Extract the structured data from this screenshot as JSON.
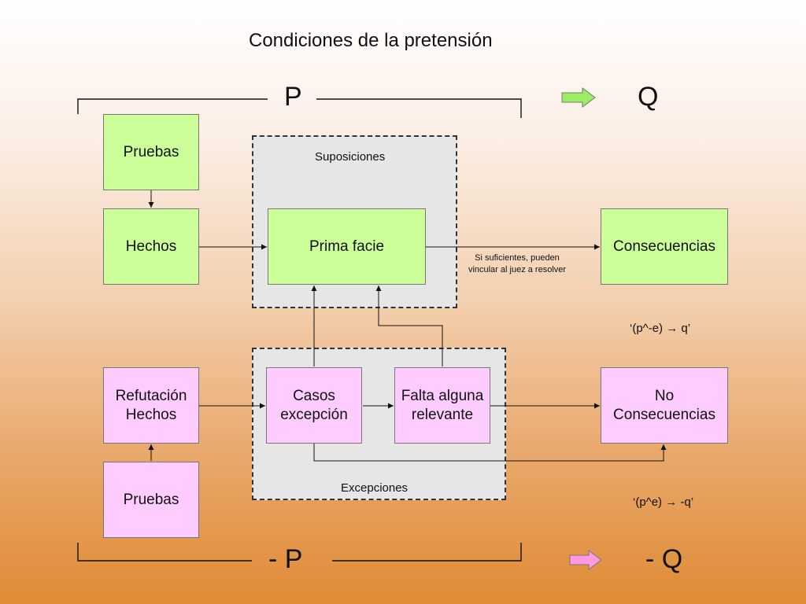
{
  "title": "Condiciones de la pretensión",
  "top_bracket": {
    "left_label": "P",
    "right_label": "Q"
  },
  "bottom_bracket": {
    "left_label": "- P",
    "right_label": "- Q"
  },
  "groups": {
    "suposiciones": "Suposiciones",
    "excepciones": "Excepciones"
  },
  "boxes": {
    "pruebas_top": "Pruebas",
    "hechos": "Hechos",
    "prima_facie": "Prima facie",
    "consecuencias": "Consecuencias",
    "refutacion_line1": "Refutación",
    "refutacion_line2": "Hechos",
    "casos_line1": "Casos",
    "casos_line2": "excepción",
    "falta_line1": "Falta alguna",
    "falta_line2": "relevante",
    "no_cons_line1": "No",
    "no_cons_line2": "Consecuencias",
    "pruebas_bottom": "Pruebas"
  },
  "annotation": {
    "line1": "Si suficientes, pueden",
    "line2": "vincular al juez a resolver"
  },
  "formulas": {
    "positive": "‘(p^-e) → q’",
    "negative": "‘(p^e) → -q’"
  },
  "colors": {
    "green_box": "#ccff99",
    "pink_box": "#ffccff",
    "green_arrow": "#99ee66",
    "pink_arrow": "#ff99dd"
  }
}
